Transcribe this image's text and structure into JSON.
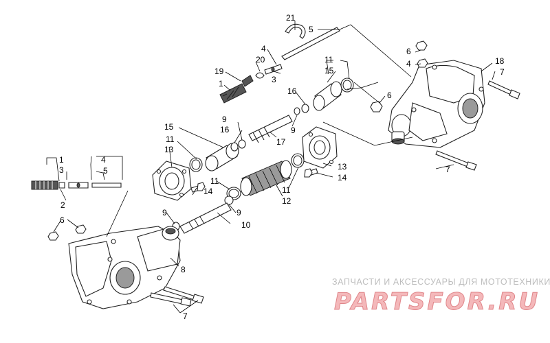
{
  "callouts": {
    "c21": "21",
    "c5_top": "5",
    "c4_top": "4",
    "c20": "20",
    "c19": "19",
    "c1_top": "1",
    "c3_top": "3",
    "c6_tr": "6",
    "c4_tr": "4",
    "c18": "18",
    "c7_tr": "7",
    "c11_a": "11",
    "c15_a": "15",
    "c16_a": "16",
    "c6_mid": "6",
    "c9_a": "9",
    "c15_b": "15",
    "c16_b": "16",
    "c11_b": "11",
    "c13_a": "13",
    "c17": "17",
    "c9_b": "9",
    "c7_mid": "7",
    "c1_left": "1",
    "c3_left": "3",
    "c4_left": "4",
    "c5_left": "5",
    "c2_left": "2",
    "c13_b": "13",
    "c14_a": "14",
    "c14_b": "14",
    "c11_c": "11",
    "c11_d": "11",
    "c12": "12",
    "c9_c": "9",
    "c9_d": "9",
    "c10": "10",
    "c6_bl": "6",
    "c8": "8",
    "c7_bot": "7"
  },
  "watermark": {
    "caption": "ЗАПЧАСТИ И АКСЕССУАРЫ ДЛЯ МОТОТЕХНИКИ",
    "logo": "PARTSFOR.RU"
  },
  "colors": {
    "line": "#222222",
    "watermark_caption": "#bdbdbd",
    "watermark_logo": "#f4b8ba"
  }
}
